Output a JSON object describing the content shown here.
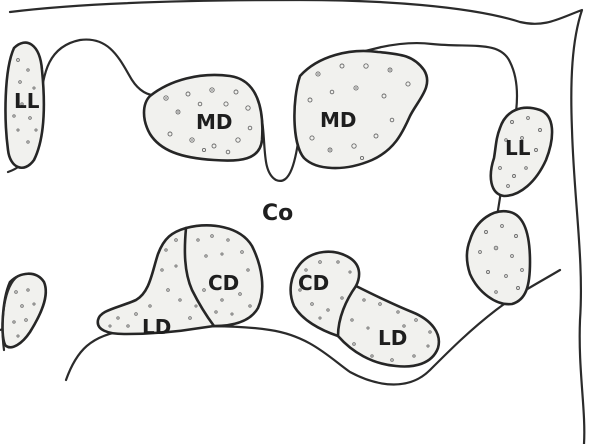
{
  "labels": {
    "ll_left": "LL",
    "md_left": "MD",
    "md_right": "MD",
    "ll_right": "LL",
    "co": "Co",
    "cd_left": "CD",
    "ld_left": "LD",
    "cd_right": "CD",
    "ld_right": "LD"
  }
}
